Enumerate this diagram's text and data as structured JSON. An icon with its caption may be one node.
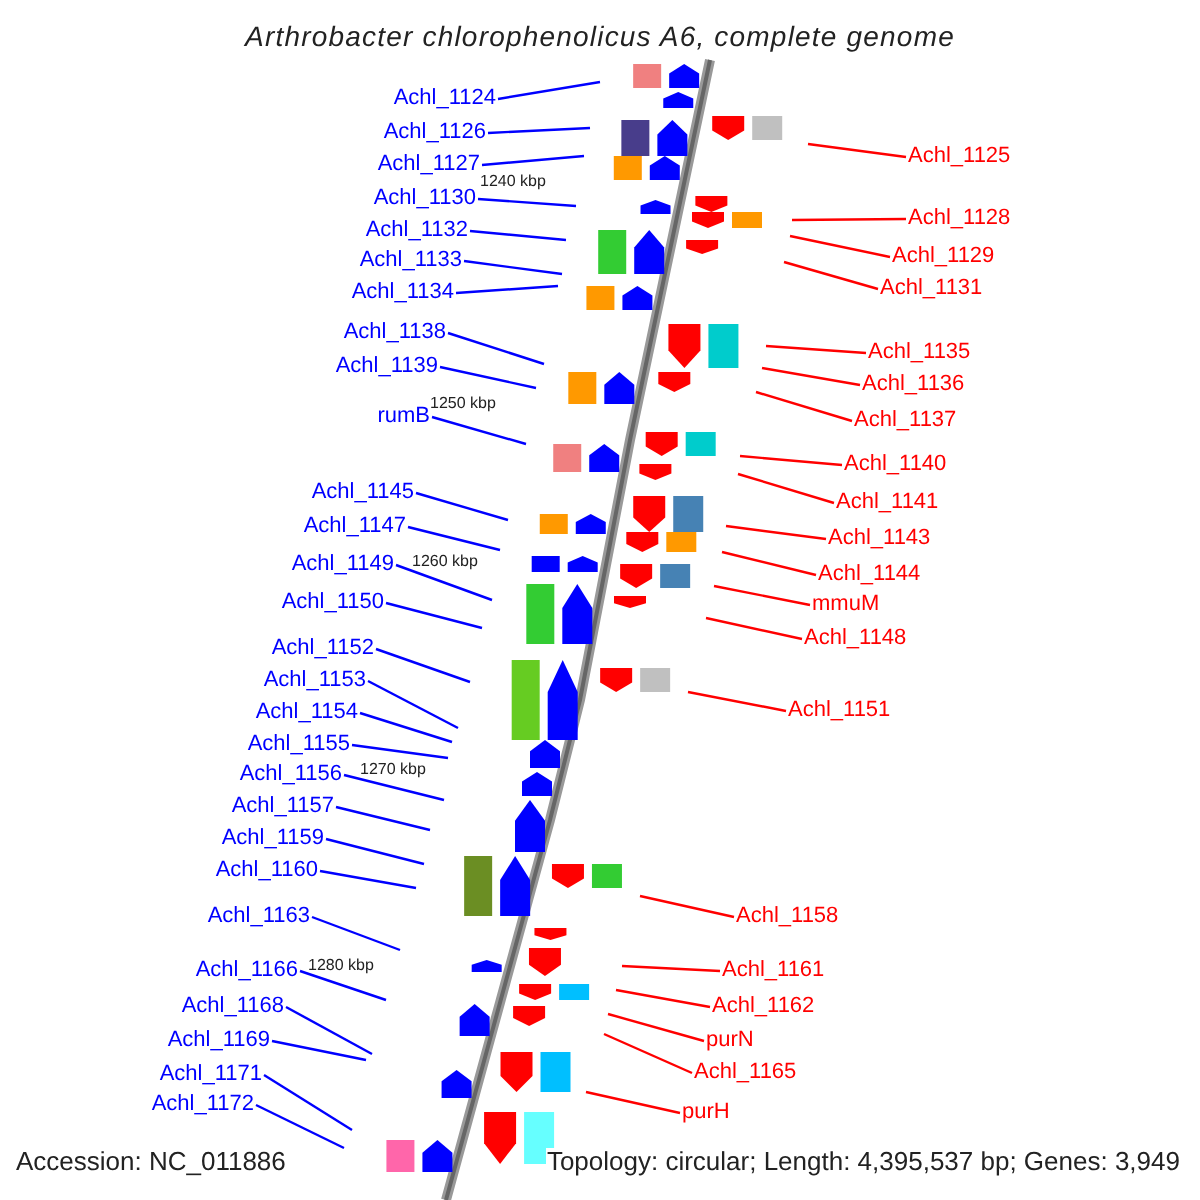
{
  "diagram": {
    "title": "Arthrobacter chlorophenolicus A6, complete genome",
    "nodes": [
      {
        "text": [
          "Achl_1124"
        ]
      },
      {
        "text": [
          "Achl_1126"
        ]
      },
      {
        "text": [
          "Achl_1127"
        ]
      },
      {
        "text": [
          "Achl_1130"
        ]
      },
      {
        "text": [
          "Achl_1132"
        ]
      },
      {
        "text": [
          "Achl_1133"
        ]
      },
      {
        "text": [
          "Achl_1134"
        ]
      },
      {
        "text": [
          "Achl_1138"
        ]
      },
      {
        "text": [
          "Achl_1139"
        ]
      },
      {
        "text": [
          "rumB"
        ]
      },
      {
        "text": [
          "Achl_1145"
        ]
      },
      {
        "text": [
          "Achl_1147"
        ]
      },
      {
        "text": [
          "Achl_1149"
        ]
      },
      {
        "text": [
          "Achl_1150"
        ]
      },
      {
        "text": [
          "Achl_1152"
        ]
      },
      {
        "text": [
          "Achl_1153"
        ]
      },
      {
        "text": [
          "Achl_1154"
        ]
      },
      {
        "text": [
          "Achl_1155"
        ]
      },
      {
        "text": [
          "Achl_1156"
        ]
      },
      {
        "text": [
          "Achl_1157"
        ]
      },
      {
        "text": [
          "Achl_1159"
        ]
      },
      {
        "text": [
          "Achl_1160"
        ]
      },
      {
        "text": [
          "Achl_1163"
        ]
      },
      {
        "text": [
          "Achl_1166"
        ]
      },
      {
        "text": [
          "Achl_1168"
        ]
      },
      {
        "text": [
          "Achl_1169"
        ]
      },
      {
        "text": [
          "Achl_1171"
        ]
      },
      {
        "text": [
          "Achl_1172"
        ]
      },
      {
        "text": [
          "Achl_1125"
        ]
      },
      {
        "text": [
          "Achl_1128"
        ]
      },
      {
        "text": [
          "Achl_1129"
        ]
      },
      {
        "text": [
          "Achl_1131"
        ]
      },
      {
        "text": [
          "Achl_1135"
        ]
      },
      {
        "text": [
          "Achl_1136"
        ]
      },
      {
        "text": [
          "Achl_1137"
        ]
      },
      {
        "text": [
          "Achl_1140"
        ]
      },
      {
        "text": [
          "Achl_1141"
        ]
      },
      {
        "text": [
          "Achl_1143"
        ]
      },
      {
        "text": [
          "Achl_1144"
        ]
      },
      {
        "text": [
          "mmuM"
        ]
      },
      {
        "text": [
          "Achl_1148"
        ]
      },
      {
        "text": [
          "Achl_1151"
        ]
      },
      {
        "text": [
          "Achl_1158"
        ]
      },
      {
        "text": [
          "Achl_1161"
        ]
      },
      {
        "text": [
          "Achl_1162"
        ]
      },
      {
        "text": [
          "purN"
        ]
      },
      {
        "text": [
          "Achl_1165"
        ]
      },
      {
        "text": [
          "purH"
        ]
      }
    ],
    "edges": [
      {
        "from": 0,
        "to": null,
        "arrow": "none"
      },
      {
        "from": 1,
        "to": null,
        "arrow": "none"
      },
      {
        "from": 2,
        "to": null,
        "arrow": "none"
      },
      {
        "from": 3,
        "to": null,
        "arrow": "none"
      },
      {
        "from": 4,
        "to": null,
        "arrow": "none"
      },
      {
        "from": 5,
        "to": null,
        "arrow": "none"
      },
      {
        "from": 6,
        "to": null,
        "arrow": "none"
      },
      {
        "from": 7,
        "to": null,
        "arrow": "none"
      },
      {
        "from": 8,
        "to": null,
        "arrow": "none"
      },
      {
        "from": 9,
        "to": null,
        "arrow": "none"
      },
      {
        "from": 10,
        "to": null,
        "arrow": "none"
      },
      {
        "from": 11,
        "to": null,
        "arrow": "none"
      },
      {
        "from": 12,
        "to": null,
        "arrow": "none"
      },
      {
        "from": 13,
        "to": null,
        "arrow": "none"
      },
      {
        "from": 14,
        "to": null,
        "arrow": "none"
      },
      {
        "from": 15,
        "to": null,
        "arrow": "none"
      },
      {
        "from": 16,
        "to": null,
        "arrow": "none"
      },
      {
        "from": 17,
        "to": null,
        "arrow": "none"
      },
      {
        "from": 18,
        "to": null,
        "arrow": "none"
      },
      {
        "from": 19,
        "to": null,
        "arrow": "none"
      },
      {
        "from": 20,
        "to": null,
        "arrow": "none"
      },
      {
        "from": 21,
        "to": null,
        "arrow": "none"
      },
      {
        "from": 22,
        "to": null,
        "arrow": "none"
      },
      {
        "from": 23,
        "to": null,
        "arrow": "none"
      },
      {
        "from": 24,
        "to": null,
        "arrow": "none"
      },
      {
        "from": 25,
        "to": null,
        "arrow": "none"
      },
      {
        "from": 26,
        "to": null,
        "arrow": "none"
      },
      {
        "from": 27,
        "to": null,
        "arrow": "none"
      },
      {
        "from": 28,
        "to": null,
        "arrow": "none",
        "color": "#ff0000"
      },
      {
        "from": 29,
        "to": null,
        "arrow": "none",
        "color": "#ff0000"
      },
      {
        "from": 30,
        "to": null,
        "arrow": "none",
        "color": "#ff0000"
      },
      {
        "from": 31,
        "to": null,
        "arrow": "none",
        "color": "#ff0000"
      },
      {
        "from": 32,
        "to": null,
        "arrow": "none",
        "color": "#ff0000"
      },
      {
        "from": 33,
        "to": null,
        "arrow": "none",
        "color": "#ff0000"
      },
      {
        "from": 34,
        "to": null,
        "arrow": "none",
        "color": "#ff0000"
      },
      {
        "from": 35,
        "to": null,
        "arrow": "none",
        "color": "#ff0000"
      },
      {
        "from": 36,
        "to": null,
        "arrow": "none",
        "color": "#ff0000"
      },
      {
        "from": 37,
        "to": null,
        "arrow": "none",
        "color": "#ff0000"
      },
      {
        "from": 38,
        "to": null,
        "arrow": "none",
        "color": "#ff0000"
      },
      {
        "from": 39,
        "to": null,
        "arrow": "none",
        "color": "#ff0000"
      },
      {
        "from": 40,
        "to": null,
        "arrow": "none",
        "color": "#ff0000"
      },
      {
        "from": 41,
        "to": null,
        "arrow": "none",
        "color": "#ff0000"
      },
      {
        "from": 42,
        "to": null,
        "arrow": "none",
        "color": "#ff0000"
      },
      {
        "from": 43,
        "to": null,
        "arrow": "none",
        "color": "#ff0000"
      },
      {
        "from": 44,
        "to": null,
        "arrow": "none",
        "color": "#ff0000"
      },
      {
        "from": 45,
        "to": null,
        "arrow": "none",
        "color": "#ff0000"
      },
      {
        "from": 46,
        "to": null,
        "arrow": "none",
        "color": "#ff0000"
      },
      {
        "from": 47,
        "to": null,
        "arrow": "none",
        "color": "#ff0000"
      }
    ],
    "labels": [
      "1240 kbp",
      "1250 kbp",
      "1260 kbp",
      "1270 kbp",
      "1280 kbp",
      "Accession: NC_011886",
      "Topology: circular; Length: 4,395,537 bp; Genes: 3,949"
    ]
  }
}
